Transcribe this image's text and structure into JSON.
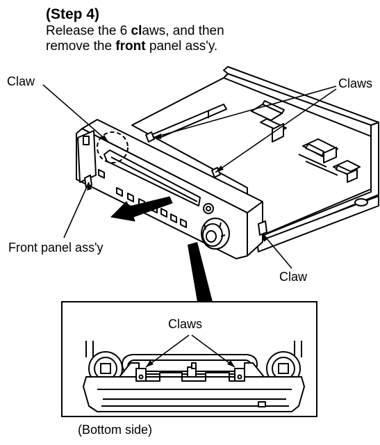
{
  "header": {
    "step": "(Step 4)",
    "line1_pre": "Release the 6 ",
    "line1_bold": "cl",
    "line1_post": "aws, and then",
    "line2_pre": "remove the ",
    "line2_bold1": "front",
    "line2_mid": " panel ass'y."
  },
  "labels": {
    "claw_top_left": "Claw",
    "claws_top_right": "Claws",
    "front_panel": "Front panel ass'y",
    "claw_right": "Claw",
    "claws_inset": "Claws",
    "bottom_side": "(Bottom side)"
  },
  "colors": {
    "line": "#000000",
    "fill": "#ffffff",
    "arrow": "#000000"
  }
}
